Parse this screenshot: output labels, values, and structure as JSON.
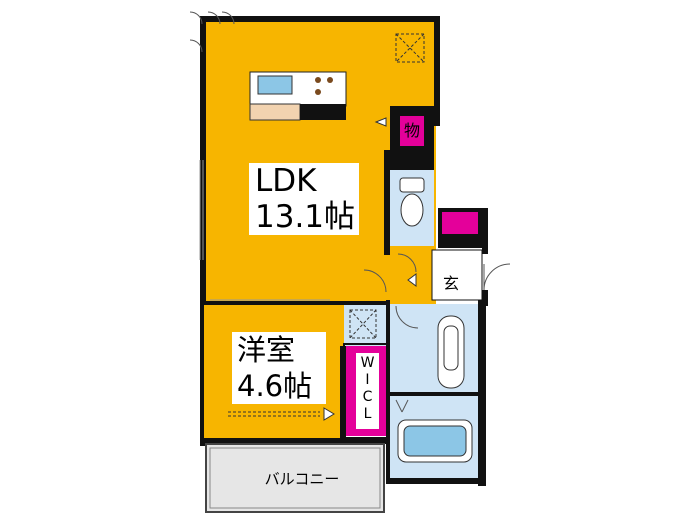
{
  "rooms": {
    "ldk": {
      "name": "LDK",
      "size": "13.1帖"
    },
    "bedroom": {
      "name": "洋室",
      "size": "4.6帖"
    },
    "wicl": "W\nI\nC\nL",
    "storage": "物",
    "entrance": "玄",
    "balcony": "バルコニー"
  },
  "colors": {
    "room_fill": "#f7b500",
    "wet_area_fill": "#cfe4f5",
    "closet_accent": "#e4009a",
    "wall": "#111111",
    "balcony_fill": "#e6e6e6"
  }
}
